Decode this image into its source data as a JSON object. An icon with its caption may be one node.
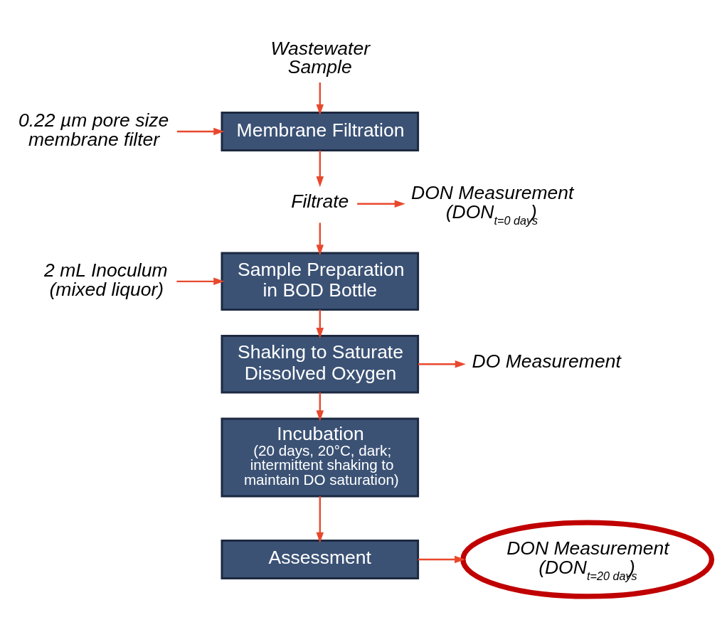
{
  "diagram": {
    "nodes": [
      {
        "text": [
          "Wastewater Sample"
        ]
      },
      {
        "text": [
          "Membrane Filtration"
        ]
      },
      {
        "text": [
          "0.22 µm pore size membrane filter"
        ]
      },
      {
        "text": [
          "Filtrate"
        ]
      },
      {
        "text": [
          "DON Measurement",
          "(DON$_{t=0 days}$)"
        ]
      },
      {
        "text": [
          "Sample Preparation in BOD Bottle"
        ]
      },
      {
        "text": [
          "2 mL Inoculum (mixed liquor)"
        ]
      },
      {
        "text": [
          "Shaking to Saturate Dissolved Oxygen"
        ]
      },
      {
        "text": [
          "DO Measurement"
        ]
      },
      {
        "text": [
          "Incubation",
          "(20 days, 20°C, dark; intermittent shaking to maintain DO saturation)"
        ]
      },
      {
        "text": [
          "Assessment"
        ]
      },
      {
        "text": [
          "DON Measurement",
          "(DON$_{t=20 days}$)"
        ]
      }
    ],
    "edges": [
      {
        "from": 0,
        "to": 1,
        "arrow": "to"
      },
      {
        "from": 2,
        "to": 1,
        "arrow": "to"
      },
      {
        "from": 1,
        "to": 3,
        "arrow": "to"
      },
      {
        "from": 3,
        "to": 4,
        "arrow": "to"
      },
      {
        "from": 3,
        "to": 5,
        "arrow": "to"
      },
      {
        "from": 6,
        "to": 5,
        "arrow": "to"
      },
      {
        "from": 5,
        "to": 7,
        "arrow": "to"
      },
      {
        "from": 7,
        "to": 8,
        "arrow": "to"
      },
      {
        "from": 7,
        "to": 9,
        "arrow": "to"
      },
      {
        "from": 9,
        "to": 10,
        "arrow": "to"
      },
      {
        "from": 10,
        "to": 11,
        "arrow": "to"
      }
    ]
  }
}
